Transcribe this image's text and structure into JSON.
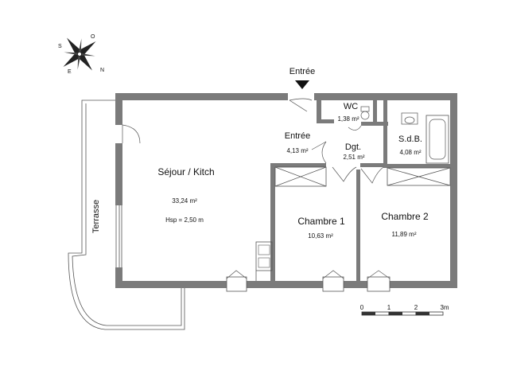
{
  "entrance_marker": "Entrée",
  "rooms": {
    "sejour": {
      "name": "Séjour / Kitch",
      "area": "33,24 m²",
      "ceiling": "Hsp = 2,50 m"
    },
    "entree": {
      "name": "Entrée",
      "area": "4,13 m²"
    },
    "wc": {
      "name": "WC",
      "area": "1,38 m²"
    },
    "dgt": {
      "name": "Dgt.",
      "area": "2,51 m²"
    },
    "sdb": {
      "name": "S.d.B.",
      "area": "4,08 m²"
    },
    "chambre1": {
      "name": "Chambre 1",
      "area": "10,63 m²"
    },
    "chambre2": {
      "name": "Chambre 2",
      "area": "11,89 m²"
    },
    "terrasse": {
      "name": "Terrasse"
    }
  },
  "scale_bar": {
    "ticks": [
      "0",
      "1",
      "2",
      "3m"
    ]
  },
  "compass": {
    "letters": [
      "S",
      "O",
      "N",
      "E"
    ]
  },
  "colors": {
    "wall": "#7b7b7b",
    "line": "#555555",
    "text": "#111111"
  }
}
